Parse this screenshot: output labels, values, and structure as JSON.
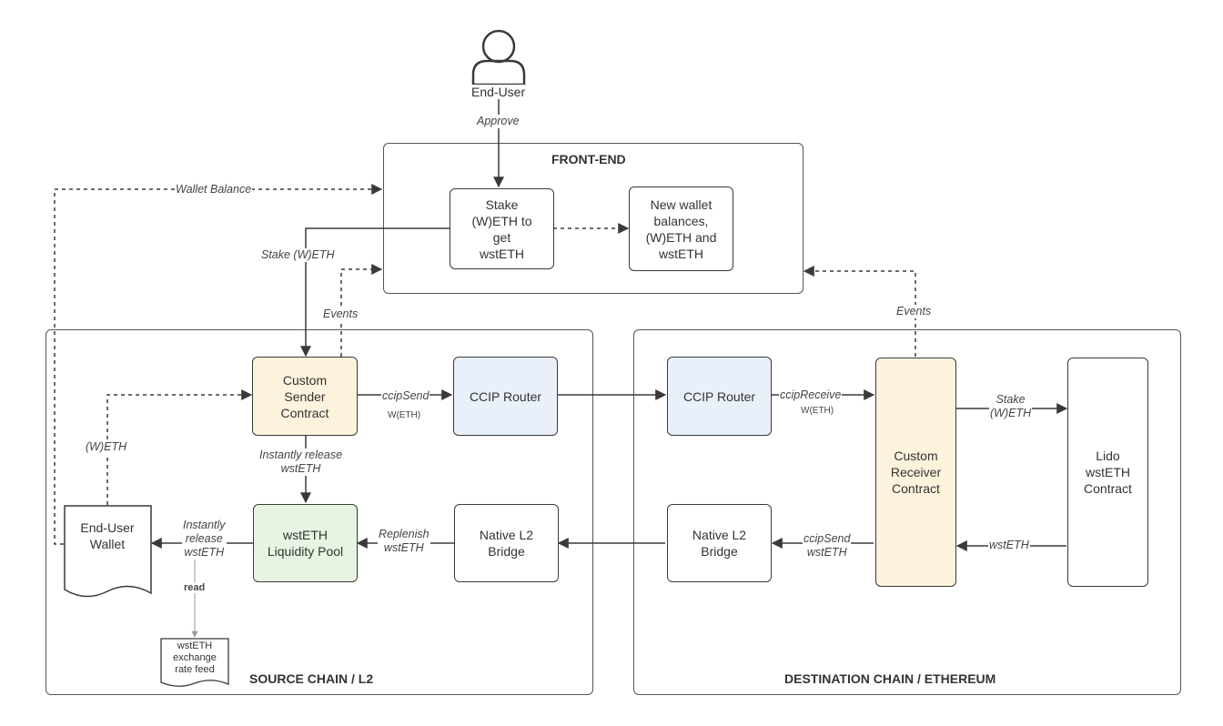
{
  "user": {
    "label": "End-User",
    "approve": "Approve"
  },
  "containers": {
    "frontend": "FRONT-END",
    "source": "SOURCE CHAIN / L2",
    "destination": "DESTINATION CHAIN / ETHEREUM"
  },
  "nodes": {
    "stake_action": "Stake\n(W)ETH to\nget\nwstETH",
    "new_balances": "New wallet\nbalances,\n(W)ETH and\nwstETH",
    "custom_sender": "Custom\nSender\nContract",
    "ccip_router_src": "CCIP Router",
    "ccip_router_dst": "CCIP Router",
    "custom_receiver": "Custom\nReceiver\nContract",
    "lido": "Lido\nwstETH\nContract",
    "wsteth_pool": "wstETH\nLiquidity Pool",
    "native_bridge_src": "Native L2\nBridge",
    "native_bridge_dst": "Native L2\nBridge",
    "end_user_wallet": "End-User\nWallet",
    "rate_feed": "wstETH\nexchange\nrate feed"
  },
  "edge_labels": {
    "wallet_balance": "Wallet Balance",
    "stake_weth": "Stake (W)ETH",
    "events_src": "Events",
    "events_dst": "Events",
    "ccip_send": "ccipSend",
    "weth_small_1": "W(ETH)",
    "ccip_receive": "ccipReceive",
    "weth_small_2": "W(ETH)",
    "stake_weth_dst": "Stake\n(W)ETH",
    "weth_wallet": "(W)ETH",
    "instant_release_1": "Instantly release\nwstETH",
    "instant_release_2": "Instantly\nrelease\nwstETH",
    "read": "read",
    "replenish": "Replenish\nwstETH",
    "ccip_send_wsteth": "ccipSend\nwstETH",
    "wsteth_back": "wstETH"
  },
  "colors": {
    "sender_fill": "#fdf3dc",
    "router_fill": "#e9f0fa",
    "receiver_fill": "#fdf3dc",
    "pool_fill": "#e6f4e1",
    "stroke": "#3a3a3a"
  }
}
